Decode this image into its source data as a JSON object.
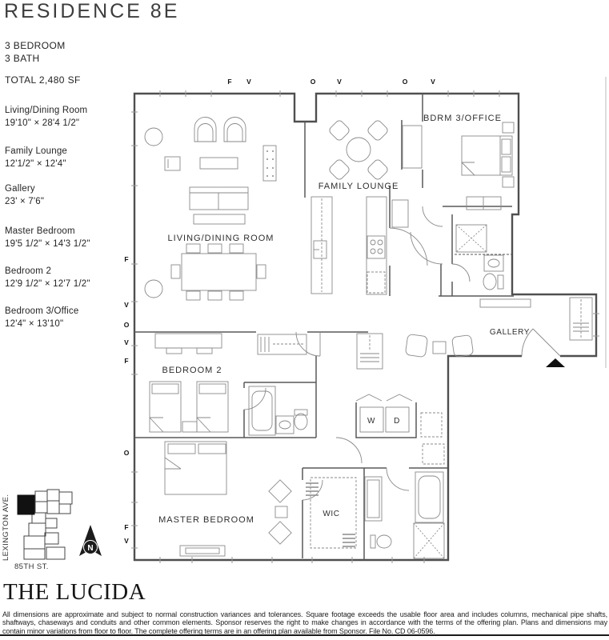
{
  "header": {
    "title": "RESIDENCE 8E",
    "bedrooms": "3 BEDROOM",
    "baths": "3 BATH",
    "total": "TOTAL 2,480 SF"
  },
  "rooms": [
    {
      "name": "Living/Dining Room",
      "dims": "19'10\" × 28'4 1/2\""
    },
    {
      "name": "Family Lounge",
      "dims": "12'1/2\" × 12'4\""
    },
    {
      "name": "Gallery",
      "dims": "23' × 7'6\""
    },
    {
      "name": "Master Bedroom",
      "dims": "19'5 1/2\" × 14'3 1/2\""
    },
    {
      "name": "Bedroom 2",
      "dims": "12'9 1/2\" × 12'7 1/2\""
    },
    {
      "name": "Bedroom 3/Office",
      "dims": "12'4\" × 13'10\""
    }
  ],
  "plan": {
    "labels": {
      "living": "LIVING/DINING ROOM",
      "family": "FAMILY LOUNGE",
      "bdrm3": "BDRM 3/OFFICE",
      "gallery": "GALLERY",
      "bedroom2": "BEDROOM 2",
      "master": "MASTER BEDROOM",
      "wic": "WIC",
      "washer": "W",
      "dryer": "D"
    },
    "markers": {
      "top": [
        "F",
        "V",
        "O",
        "V",
        "O",
        "V"
      ],
      "left": [
        "F",
        "V",
        "O",
        "V",
        "F",
        "O",
        "F",
        "V"
      ]
    }
  },
  "keyplan": {
    "street_left": "LEXINGTON AVE.",
    "street_bottom": "85TH ST.",
    "compass_n": "N"
  },
  "footer": {
    "building": "THE LUCIDA",
    "disclaimer": "All dimensions are approximate and subject to normal construction variances and tolerances.  Square footage exceeds the usable floor area and includes columns, mechanical pipe shafts, shaftways, chaseways and conduits and other common elements.  Sponsor reserves the right to make changes in accordance with the terms of the offering plan.  Plans and dimensions may contain minor variations from floor to floor.  The complete offering terms are in an offering plan available from Sponsor.  File No. CD 06-0596."
  }
}
